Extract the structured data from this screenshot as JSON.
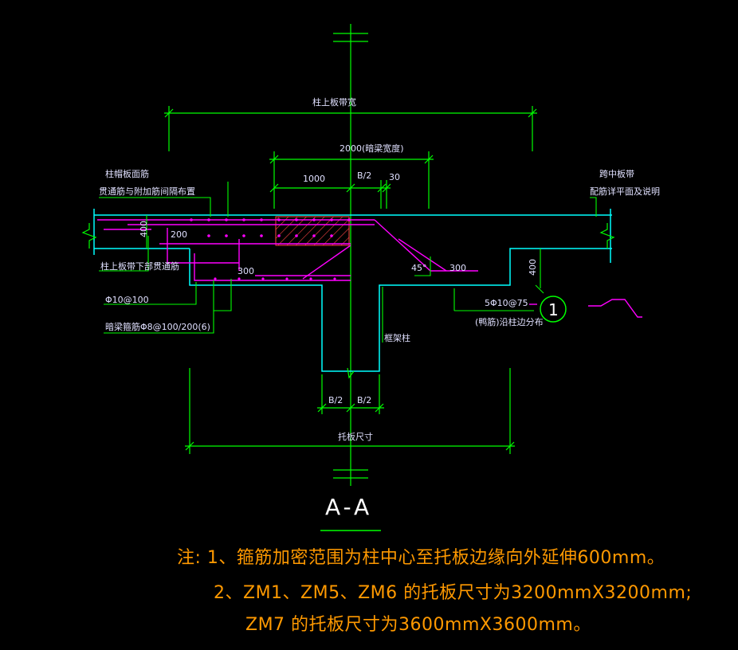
{
  "drawing": {
    "title": "A-A",
    "labels": {
      "column_strip_width": "柱上板带宽",
      "hidden_beam_width": "2000(暗梁宽度)",
      "dim_1000": "1000",
      "dim_b2_top": "B/2",
      "dim_30": "30",
      "cap_top_bar_1": "柱帽板面筋",
      "cap_top_bar_2": "贯通筋与附加筋间隔布置",
      "mid_strip_1": "跨中板带",
      "mid_strip_2": "配筋详平面及说明",
      "slab_400_left": "400",
      "dim_200": "200",
      "column_strip_bottom": "柱上板带下部贯通筋",
      "dim_300_left": "300",
      "dim_300_right": "300",
      "angle_45": "45°",
      "slab_400_right": "400",
      "bar_phi10_100": "Φ10@100",
      "stirrup": "暗梁箍筋Φ8@100/200(6)",
      "frame_column": "框架柱",
      "bars_5phi10": "5Φ10@75",
      "bars_along_col": "(鸭筋)沿柱边分布",
      "detail_no": "1",
      "dim_b2_left": "B/2",
      "dim_b2_right": "B/2",
      "drop_panel_size": "托板尺寸"
    },
    "colors": {
      "dimension": "#00ff00",
      "concrete": "#00ffff",
      "rebar": "#ff00ff",
      "text": "#e0e0ff",
      "note": "#ff9900",
      "hatch": "#ff4444",
      "axis": "#00ff00"
    }
  },
  "notes": {
    "line1": "注:  1、箍筋加密范围为柱中心至托板边缘向外延伸600mm。",
    "line2": "2、ZM1、ZM5、ZM6 的托板尺寸为3200mmX3200mm;",
    "line3": "ZM7 的托板尺寸为3600mmX3600mm。"
  }
}
